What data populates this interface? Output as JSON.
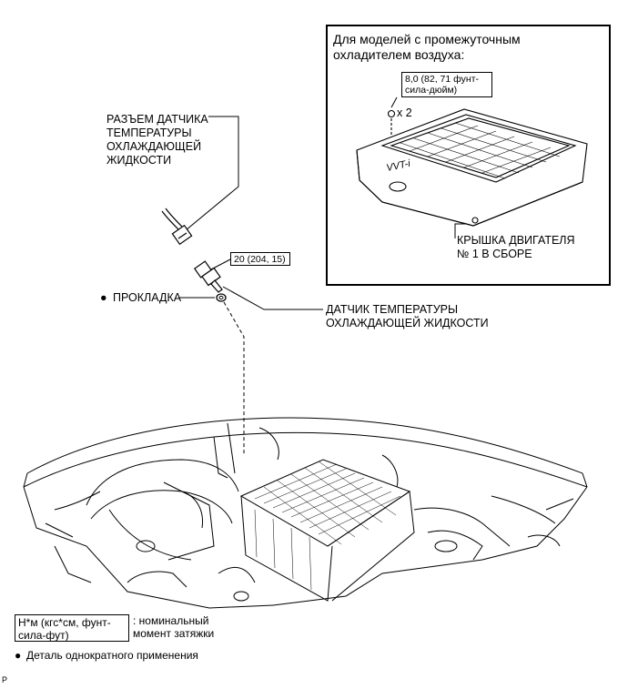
{
  "inset": {
    "title": "Для моделей с промежуточным\nохладителем воздуха:",
    "torque_box": "8,0 (82, 71 фунт-\nсила-дюйм)",
    "qty": "x 2",
    "cover_label": "КРЫШКА ДВИГАТЕЛЯ\n№ 1 В СБОРЕ"
  },
  "labels": {
    "connector": "РАЗЪЕМ ДАТЧИКА\nТЕМПЕРАТУРЫ\nОХЛАЖДАЮЩЕЙ\nЖИДКОСТИ",
    "sensor_torque": "20 (204, 15)",
    "gasket": "ПРОКЛАДКА",
    "sensor": "ДАТЧИК ТЕМПЕРАТУРЫ\nОХЛАЖДАЮЩЕЙ ЖИДКОСТИ"
  },
  "legend": {
    "torque_units": "Н*м (кгс*см, фунт-\nсила-фут)",
    "torque_desc": ": номинальный\nмомент затяжки",
    "single_use": "Деталь однократного применения",
    "bullet": "●"
  },
  "corner_mark": "P"
}
